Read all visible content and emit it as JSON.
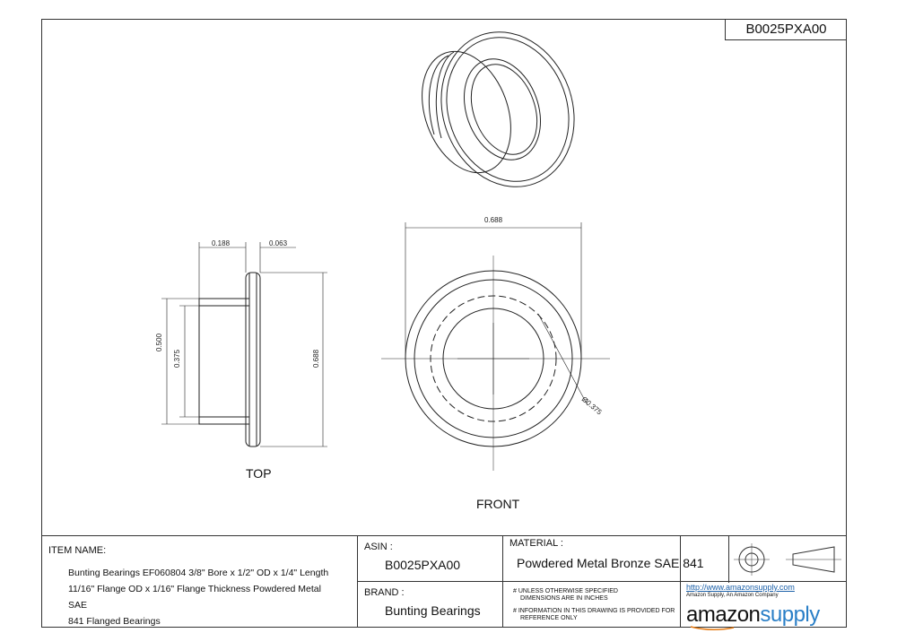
{
  "header": {
    "asin_code": "B0025PXA00"
  },
  "views": {
    "top_label": "TOP",
    "front_label": "FRONT"
  },
  "dimensions": {
    "top": {
      "flange_thickness_offset": "0.188",
      "flange_thickness": "0.063",
      "od": "0.500",
      "bore": "0.375",
      "flange_od": "0.688"
    },
    "front": {
      "flange_od": "0.688",
      "bore_diameter": "Ø0.375"
    }
  },
  "title_block": {
    "item_name_label": "ITEM NAME:",
    "item_name_lines": [
      "Bunting Bearings EF060804 3/8\" Bore x 1/2\" OD x 1/4\" Length",
      "11/16\" Flange OD x 1/16\" Flange Thickness Powdered Metal SAE",
      "841 Flanged Bearings"
    ],
    "asin_label": "ASIN :",
    "asin_value": "B0025PXA00",
    "brand_label": "BRAND :",
    "brand_value": "Bunting Bearings",
    "material_label": "MATERIAL :",
    "material_value": "Powdered Metal Bronze SAE 841",
    "note_units_1": "# UNLESS OTHERWISE SPECIFIED",
    "note_units_2": "DIMENSIONS ARE IN INCHES",
    "note_ref_1": "# INFORMATION IN THIS DRAWING IS PROVIDED FOR",
    "note_ref_2": "REFERENCE ONLY",
    "url": "http://www.amazonsupply.com",
    "company": "Amazon Supply, An Amazon Company",
    "logo_part1": "amazon",
    "logo_part2": "supply"
  },
  "colors": {
    "line": "#333333",
    "supply_blue": "#2a7fc7"
  }
}
